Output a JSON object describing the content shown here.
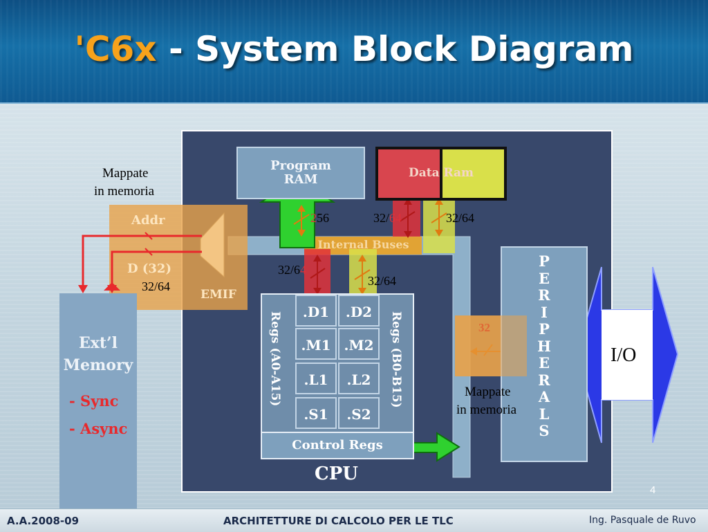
{
  "title": {
    "accent": "'C6x",
    "separator": " - ",
    "main": "System Block Diagram"
  },
  "footer": {
    "left": "A.A.2008-09",
    "center": "ARCHITETTURE DI CALCOLO PER LE TLC",
    "right": "Ing. Pasquale de Ruvo"
  },
  "page_number": "4",
  "diagram": {
    "program_ram": {
      "line1": "Program",
      "line2": "RAM"
    },
    "data_ram": "Data Ram",
    "internal_buses": "Internal Buses",
    "addr": "Addr",
    "data_bus": "D (32)",
    "emif": "EMIF",
    "ext_memory": {
      "line1": "Ext’l",
      "line2": "Memory",
      "sync": "- Sync",
      "async": "- Async"
    },
    "mappate_left": {
      "line1": "Mappate",
      "line2": "in memoria"
    },
    "mappate_right": {
      "line1": "Mappate",
      "line2": "in memoria"
    },
    "bus_labels": {
      "prog_256": {
        "a": "2",
        "b": "56"
      },
      "data_a": {
        "a": "32/",
        "b": "64"
      },
      "data_b": {
        "a": "",
        "b": "32/64"
      },
      "cpu_a": {
        "a": "32/6",
        "b": "4"
      },
      "cpu_b": {
        "a": "",
        "b": "32/64"
      },
      "emif_width": "32/64",
      "periph_width": "32"
    },
    "regs_a": "Regs (A0-A15)",
    "regs_b": "Regs (B0-B15)",
    "units": [
      ".D1",
      ".D2",
      ".M1",
      ".M2",
      ".L1",
      ".L2",
      ".S1",
      ".S2"
    ],
    "control_regs": "Control Regs",
    "cpu": "CPU",
    "peripherals": [
      "P",
      "E",
      "R",
      "I",
      "P",
      "H",
      "E",
      "R",
      "A",
      "L",
      "S"
    ],
    "io": "I/O"
  },
  "colors": {
    "accent_orange": "#f7a21b",
    "green_arrow": "#2fd12f",
    "data_ram_red": "#d8454e",
    "data_ram_yellow": "#d9e04a",
    "bus_red": "#e0323a",
    "io_blue": "#2b39e6",
    "ext_mem_red": "#e8292c"
  }
}
